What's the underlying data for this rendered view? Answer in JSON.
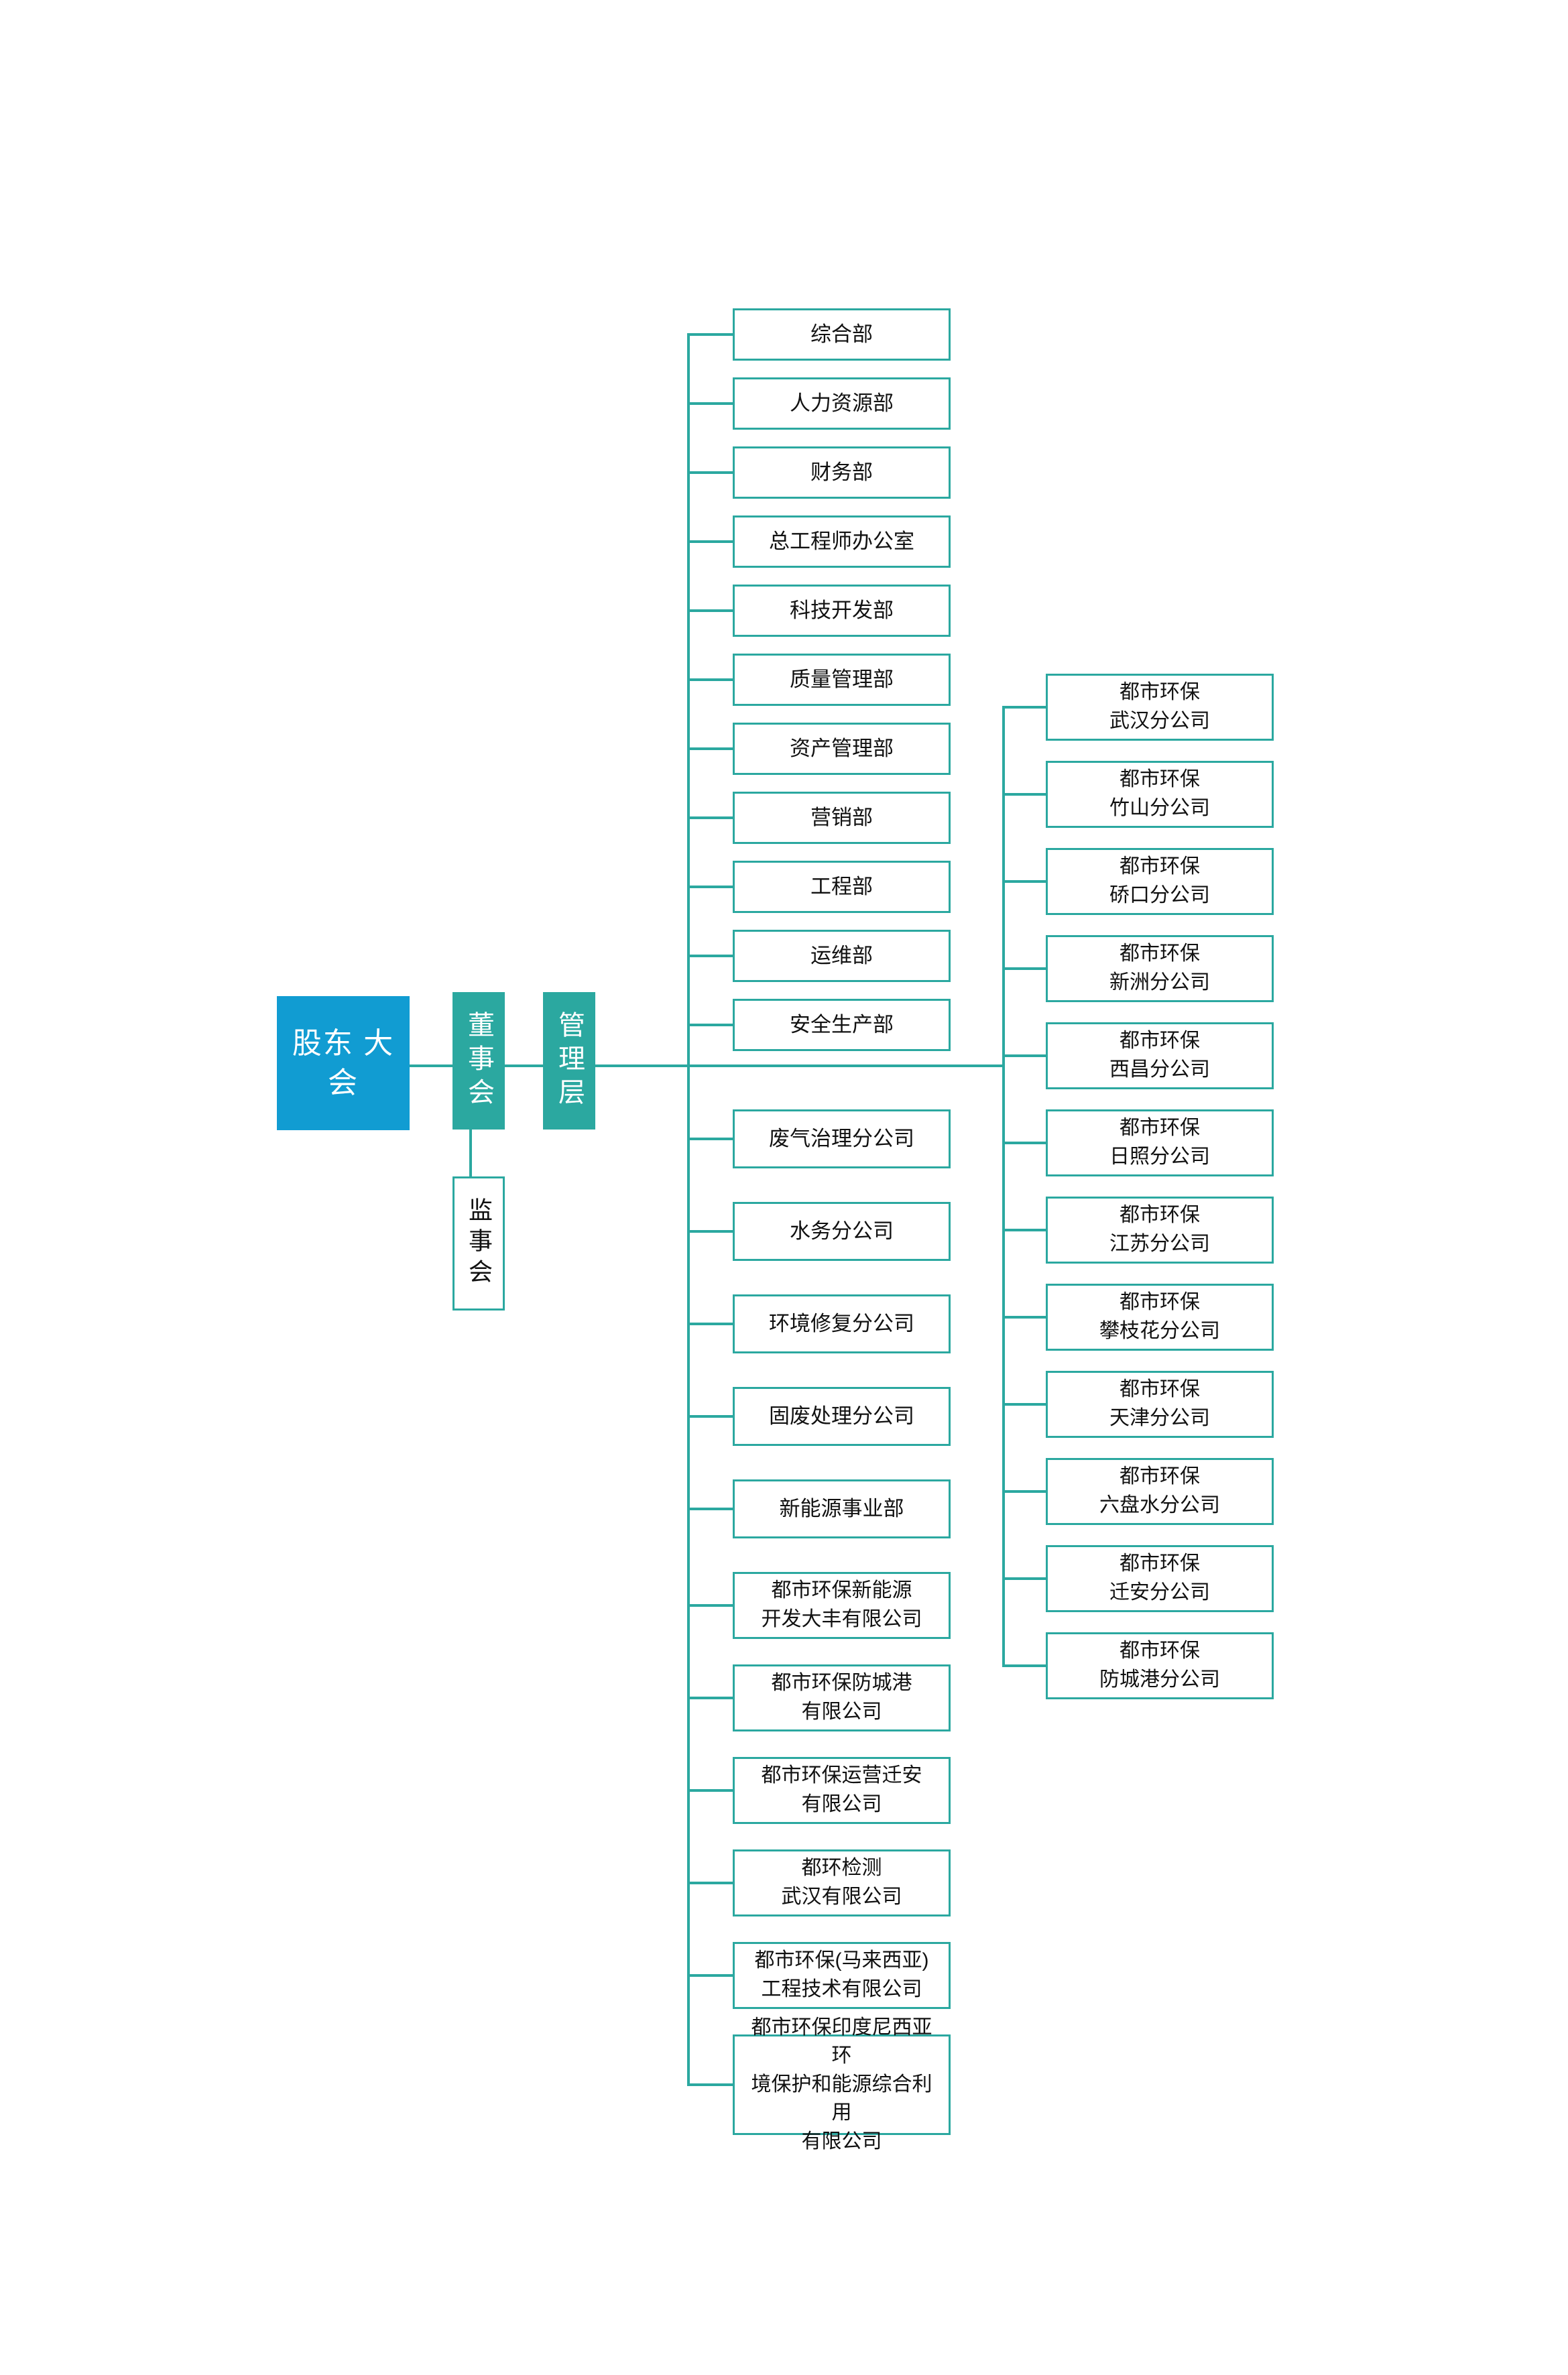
{
  "chart_title": "",
  "colors": {
    "primary_blue": "#119CD2",
    "teal": "#2BA8A0",
    "box_border": "#2BA8A0",
    "box_fill": "#FFFFFF",
    "text_dark": "#111111",
    "text_light": "#FFFFFF"
  },
  "governance": {
    "shareholders_meeting": "股东\n大会",
    "board_of_directors": "董事会",
    "management": "管理层",
    "supervisory_board": "监事会"
  },
  "departments": [
    {
      "label": "综合部"
    },
    {
      "label": "人力资源部"
    },
    {
      "label": "财务部"
    },
    {
      "label": "总工程师办公室"
    },
    {
      "label": "科技开发部"
    },
    {
      "label": "质量管理部"
    },
    {
      "label": "资产管理部"
    },
    {
      "label": "营销部"
    },
    {
      "label": "工程部"
    },
    {
      "label": "运维部"
    },
    {
      "label": "安全生产部"
    }
  ],
  "business_units": [
    {
      "label": "废气治理分公司",
      "lines": 1
    },
    {
      "label": "水务分公司",
      "lines": 1
    },
    {
      "label": "环境修复分公司",
      "lines": 1
    },
    {
      "label": "固废处理分公司",
      "lines": 1
    },
    {
      "label": "新能源事业部",
      "lines": 1
    },
    {
      "label": "都市环保新能源\n开发大丰有限公司",
      "lines": 2
    },
    {
      "label": "都市环保防城港\n有限公司",
      "lines": 2
    },
    {
      "label": "都市环保运营迁安\n有限公司",
      "lines": 2
    },
    {
      "label": "都环检测\n武汉有限公司",
      "lines": 2
    },
    {
      "label": "都市环保(马来西亚)\n工程技术有限公司",
      "lines": 2
    },
    {
      "label": "都市环保印度尼西亚环\n境保护和能源综合利用\n有限公司",
      "lines": 3
    }
  ],
  "branches": [
    {
      "label": "都市环保\n武汉分公司"
    },
    {
      "label": "都市环保\n竹山分公司"
    },
    {
      "label": "都市环保\n硚口分公司"
    },
    {
      "label": "都市环保\n新洲分公司"
    },
    {
      "label": "都市环保\n西昌分公司"
    },
    {
      "label": "都市环保\n日照分公司"
    },
    {
      "label": "都市环保\n江苏分公司"
    },
    {
      "label": "都市环保\n攀枝花分公司"
    },
    {
      "label": "都市环保\n天津分公司"
    },
    {
      "label": "都市环保\n六盘水分公司"
    },
    {
      "label": "都市环保\n迁安分公司"
    },
    {
      "label": "都市环保\n防城港分公司"
    }
  ]
}
